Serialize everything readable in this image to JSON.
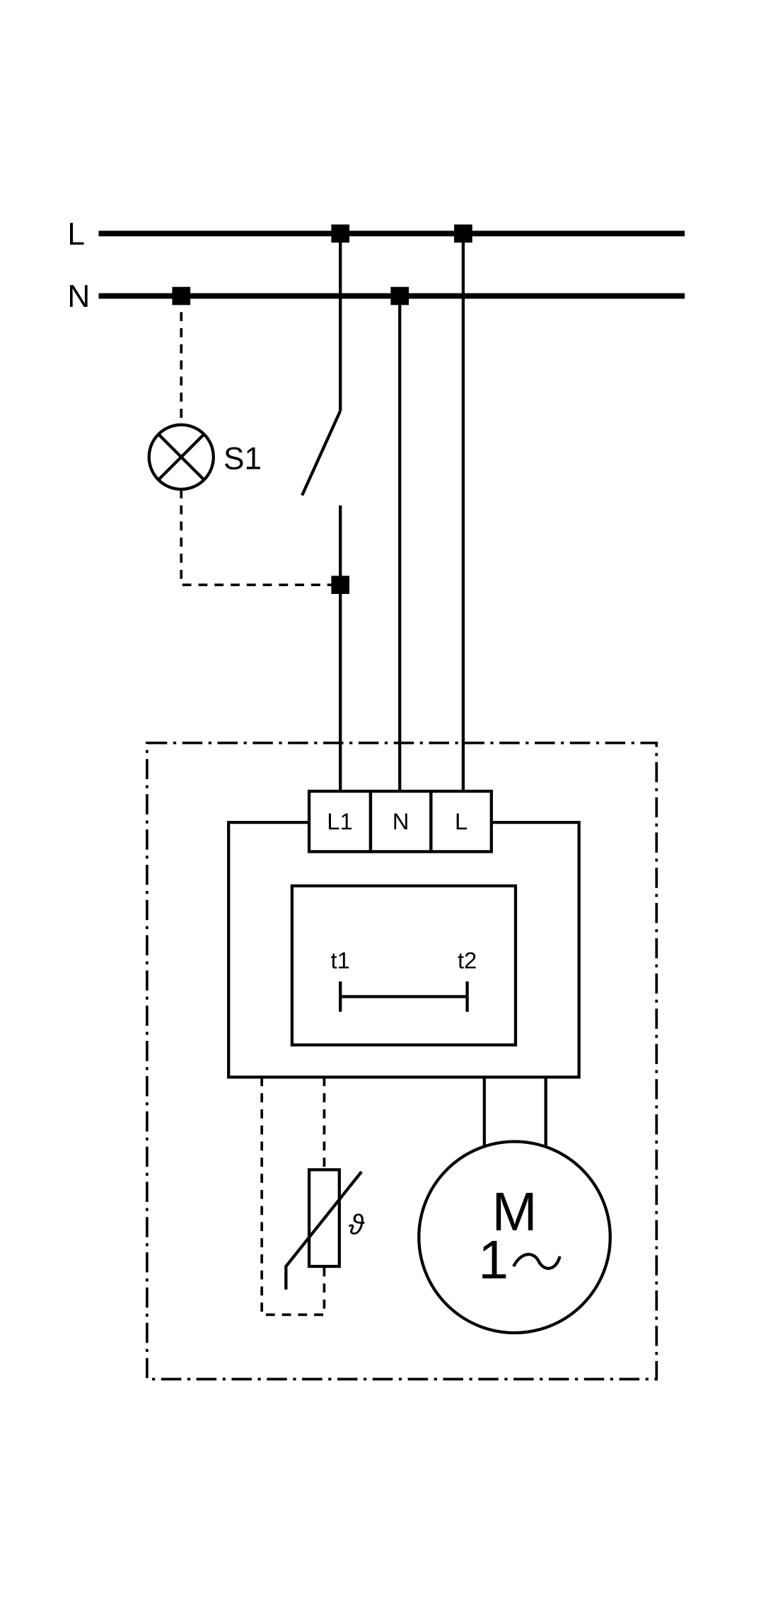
{
  "bus": {
    "line_label": "L",
    "neutral_label": "N"
  },
  "lamp": {
    "label": "S1"
  },
  "terminals": {
    "t_l1": "L1",
    "t_n": "N",
    "t_l": "L"
  },
  "timer": {
    "start_label": "t1",
    "end_label": "t2"
  },
  "sensor": {
    "symbol": "ϑ"
  },
  "motor": {
    "label_top": "M",
    "label_bottom": "1",
    "ac_symbol": "~"
  }
}
